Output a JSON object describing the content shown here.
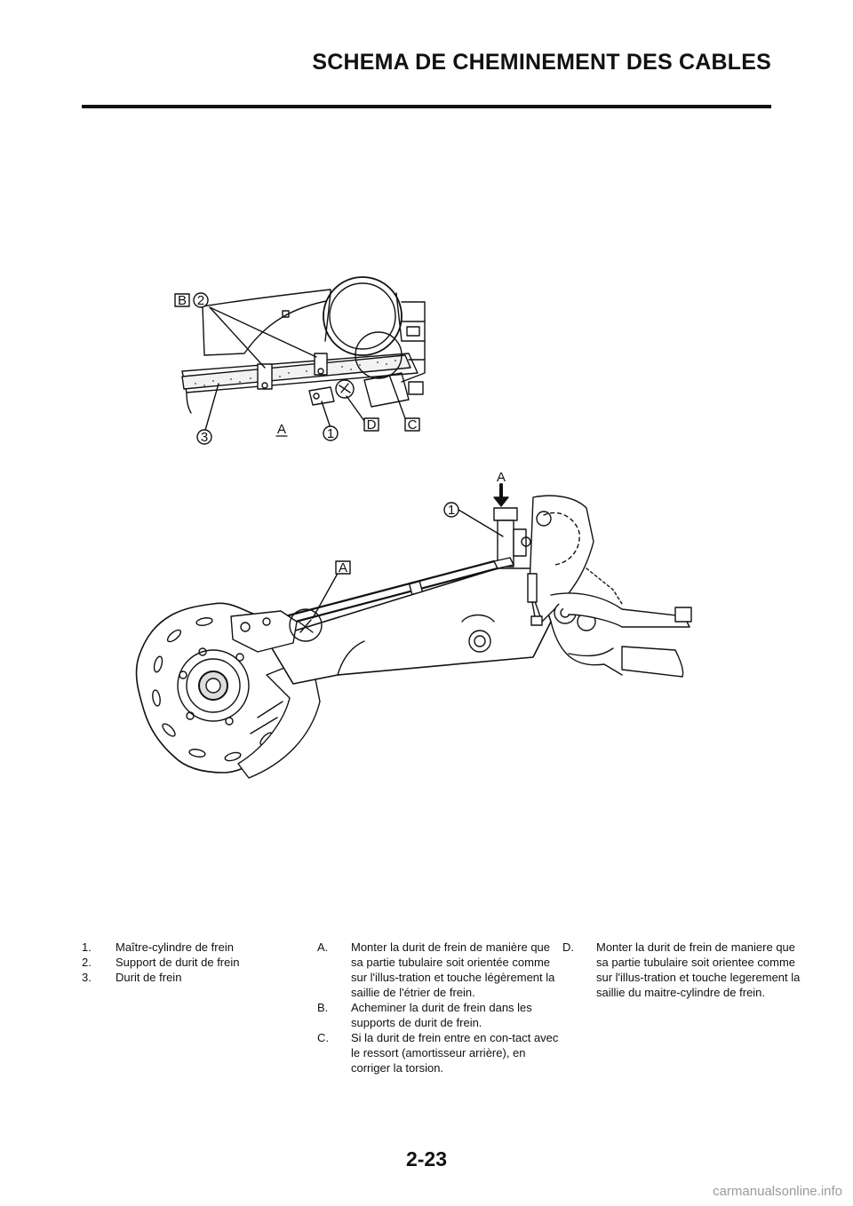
{
  "header": {
    "title": "SCHEMA DE CHEMINEMENT DES CABLES"
  },
  "figure_top": {
    "callouts": {
      "n1": "1",
      "n2": "2",
      "n3": "3",
      "lB": "B",
      "lA": "A",
      "lC": "C",
      "lD": "D"
    }
  },
  "figure_bottom": {
    "callouts": {
      "arrow_label": "A",
      "n1": "1",
      "boxA": "A"
    }
  },
  "legend": {
    "parts": [
      {
        "key": "1.",
        "text": "Maître-cylindre de frein"
      },
      {
        "key": "2.",
        "text": "Support de durit de frein"
      },
      {
        "key": "3.",
        "text": "Durit de frein"
      }
    ],
    "notes_col2": [
      {
        "key": "A.",
        "text": "Monter la durit de frein de manière que sa partie tubulaire soit orientée comme sur l'illus-tration et touche légèrement la saillie de l'étrier de frein."
      },
      {
        "key": "B.",
        "text": "Acheminer la durit de frein dans les supports de durit de frein."
      },
      {
        "key": "C.",
        "text": "Si la durit de frein entre en con-tact avec le ressort (amortisseur arrière), en corriger la torsion."
      }
    ],
    "notes_col3": [
      {
        "key": "D.",
        "text": "Monter la durit de frein de maniere que sa partie tubulaire soit orientee comme sur l'illus-tration et touche legerement la saillie du maitre-cylindre de frein."
      }
    ]
  },
  "footer": {
    "page_number": "2-23",
    "watermark": "carmanualsonline.info"
  }
}
